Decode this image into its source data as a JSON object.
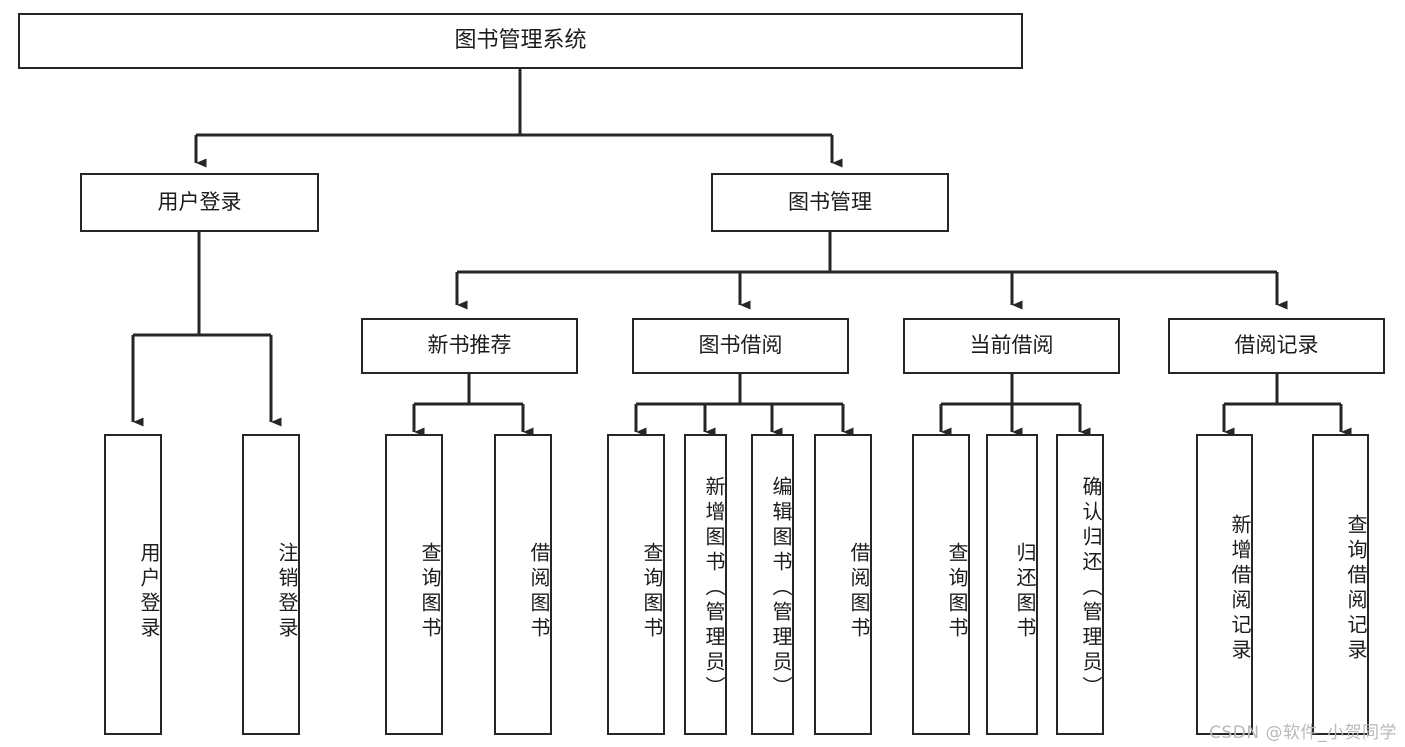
{
  "diagram": {
    "title": "图书管理系统",
    "watermark": "CSDN @软件_小贺同学",
    "stroke_color": "#262626",
    "background_color": "#ffffff",
    "root": {
      "label": "图书管理系统"
    },
    "level1": [
      {
        "label": "用户登录"
      },
      {
        "label": "图书管理"
      }
    ],
    "level2": [
      {
        "label": "新书推荐"
      },
      {
        "label": "图书借阅"
      },
      {
        "label": "当前借阅"
      },
      {
        "label": "借阅记录"
      }
    ],
    "leaves": {
      "user_login": [
        {
          "label": "用户登录"
        },
        {
          "label": "注销登录"
        }
      ],
      "new_book_recommend": [
        {
          "label": "查询图书"
        },
        {
          "label": "借阅图书"
        }
      ],
      "book_borrow": [
        {
          "label": "查询图书"
        },
        {
          "label": "新增图书（管理员）"
        },
        {
          "label": "编辑图书（管理员）"
        },
        {
          "label": "借阅图书"
        }
      ],
      "current_borrow": [
        {
          "label": "查询图书"
        },
        {
          "label": "归还图书"
        },
        {
          "label": "确认归还（管理员）"
        }
      ],
      "borrow_record": [
        {
          "label": "新增借阅记录"
        },
        {
          "label": "查询借阅记录"
        }
      ]
    }
  }
}
